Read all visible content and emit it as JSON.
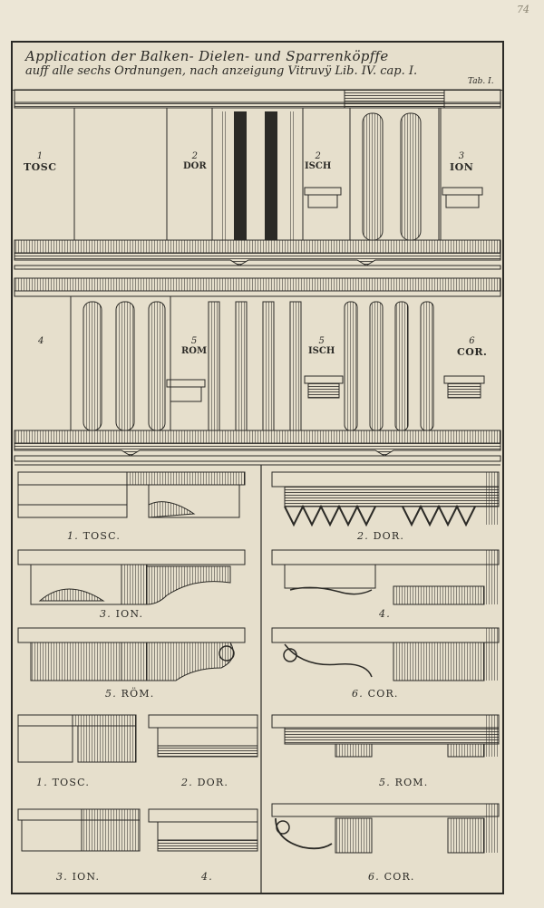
{
  "page_number": "74",
  "title": {
    "line1": "Application der Balken- Dielen- und Sparrenköpffe",
    "line2": "auff alle sechs Ordnungen, nach anzeigung Vitruvÿ Lib. IV. cap. I.",
    "tab": "Tab. I."
  },
  "upper_panel": [
    {
      "num": "1",
      "name": "TOSC"
    },
    {
      "num": "2",
      "name": "DOR"
    },
    {
      "num": "2",
      "name": "ISCH"
    },
    {
      "num": "3",
      "name": "ION"
    }
  ],
  "lower_panel": [
    {
      "num": "4",
      "name": ""
    },
    {
      "num": "5",
      "name": "ROM"
    },
    {
      "num": "5",
      "name": "ISCH"
    },
    {
      "num": "6",
      "name": "COR."
    }
  ],
  "captions": [
    {
      "num": "1.",
      "name": "TOSC."
    },
    {
      "num": "2.",
      "name": "DOR."
    },
    {
      "num": "3.",
      "name": "ION."
    },
    {
      "num": "4.",
      "name": ""
    },
    {
      "num": "5.",
      "name": "RÖM."
    },
    {
      "num": "6.",
      "name": "COR."
    },
    {
      "num": "1.",
      "name": "TOSC."
    },
    {
      "num": "2.",
      "name": "DOR."
    },
    {
      "num": "5.",
      "name": "ROM."
    },
    {
      "num": "3.",
      "name": "ION."
    },
    {
      "num": "4.",
      "name": ""
    },
    {
      "num": "6.",
      "name": "COR."
    }
  ]
}
